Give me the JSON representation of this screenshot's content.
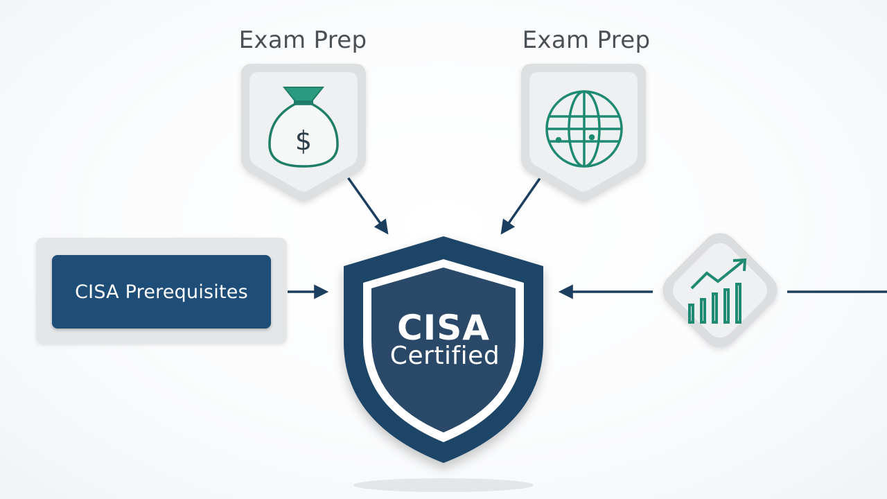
{
  "nodes": {
    "top_left": {
      "label": "Exam Prep",
      "icon": "money-bag-icon"
    },
    "top_right": {
      "label": "Exam Prep",
      "icon": "globe-icon"
    },
    "left": {
      "label": "CISA Prerequisites"
    },
    "right": {
      "icon": "growth-chart-icon"
    },
    "center": {
      "title": "CISA",
      "subtitle": "Certified"
    }
  },
  "colors": {
    "navy": "#1e4d78",
    "shield_dark": "#1c4468",
    "shield_inner": "#2a4a68",
    "teal": "#1f8a72",
    "arrow": "#1d3f5f",
    "badge_bg": "#e6e7e8"
  }
}
